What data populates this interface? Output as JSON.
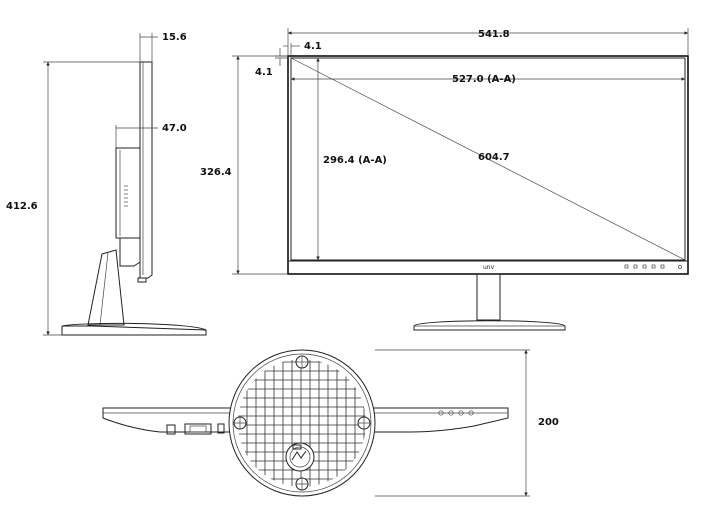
{
  "dimensions": {
    "side_depth": "15.6",
    "side_body_depth": "47.0",
    "total_height": "412.6",
    "bezel_top": "4.1",
    "bezel_side": "4.1",
    "total_width": "541.8",
    "active_width": "527.0  (A-A)",
    "active_height": "296.4  (A-A)",
    "diagonal": "604.7",
    "screen_height": "326.4",
    "stand_depth": "200"
  },
  "logo": {
    "text": "unv"
  },
  "colors": {
    "line": "#222222",
    "background": "#ffffff"
  }
}
